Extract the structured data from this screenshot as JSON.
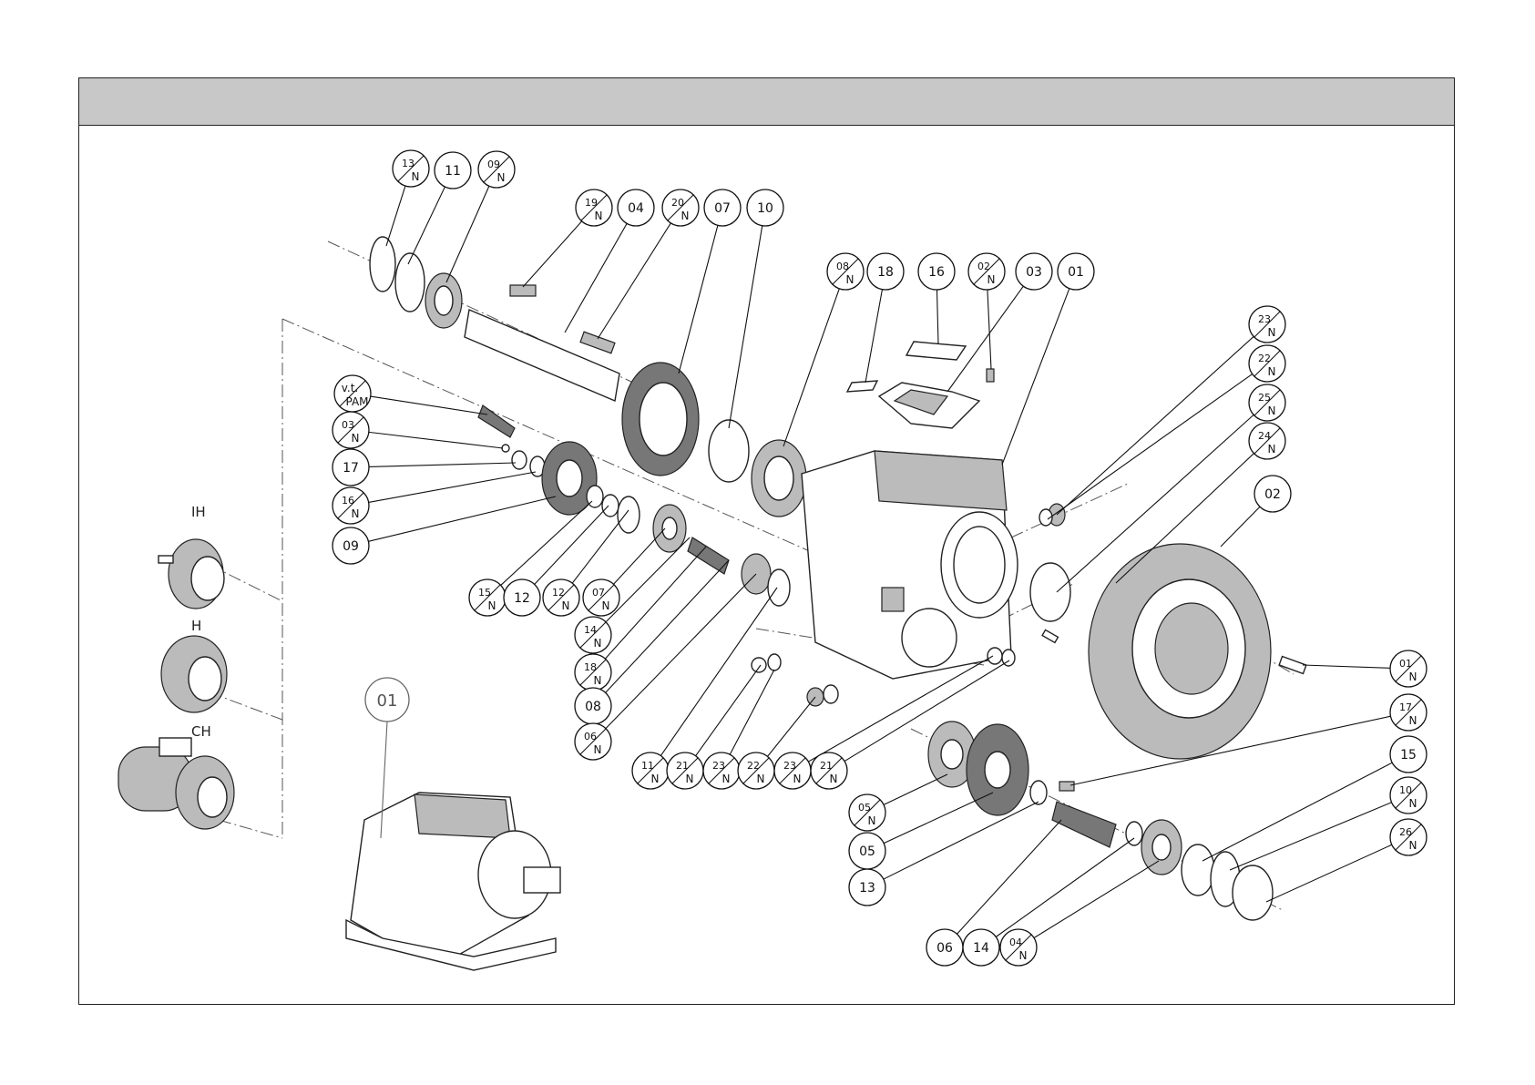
{
  "variant_labels": [
    "IH",
    "H",
    "CH"
  ],
  "assembly_label": "01",
  "callouts": [
    {
      "id": "c-13n",
      "num": "13",
      "n": "N"
    },
    {
      "id": "c-11",
      "num": "11"
    },
    {
      "id": "c-09n",
      "num": "09",
      "n": "N"
    },
    {
      "id": "c-19n",
      "num": "19",
      "n": "N"
    },
    {
      "id": "c-04",
      "num": "04"
    },
    {
      "id": "c-20n",
      "num": "20",
      "n": "N"
    },
    {
      "id": "c-07",
      "num": "07"
    },
    {
      "id": "c-10",
      "num": "10"
    },
    {
      "id": "c-08n",
      "num": "08",
      "n": "N"
    },
    {
      "id": "c-18",
      "num": "18"
    },
    {
      "id": "c-16",
      "num": "16"
    },
    {
      "id": "c-02n",
      "num": "02",
      "n": "N"
    },
    {
      "id": "c-03",
      "num": "03"
    },
    {
      "id": "c-01",
      "num": "01"
    },
    {
      "id": "c-vtpam",
      "num": "v.t.",
      "n": "PAM"
    },
    {
      "id": "c-03n",
      "num": "03",
      "n": "N"
    },
    {
      "id": "c-17",
      "num": "17"
    },
    {
      "id": "c-16n",
      "num": "16",
      "n": "N"
    },
    {
      "id": "c-09",
      "num": "09"
    },
    {
      "id": "c-15n",
      "num": "15",
      "n": "N"
    },
    {
      "id": "c-12",
      "num": "12"
    },
    {
      "id": "c-12n",
      "num": "12",
      "n": "N"
    },
    {
      "id": "c-07n",
      "num": "07",
      "n": "N"
    },
    {
      "id": "c-14n",
      "num": "14",
      "n": "N"
    },
    {
      "id": "c-18n",
      "num": "18",
      "n": "N"
    },
    {
      "id": "c-08",
      "num": "08"
    },
    {
      "id": "c-06n",
      "num": "06",
      "n": "N"
    },
    {
      "id": "c-11n",
      "num": "11",
      "n": "N"
    },
    {
      "id": "c-21n-a",
      "num": "21",
      "n": "N"
    },
    {
      "id": "c-23n-a",
      "num": "23",
      "n": "N"
    },
    {
      "id": "c-22n-a",
      "num": "22",
      "n": "N"
    },
    {
      "id": "c-23n-b",
      "num": "23",
      "n": "N"
    },
    {
      "id": "c-21n-b",
      "num": "21",
      "n": "N"
    },
    {
      "id": "c-23n-r",
      "num": "23",
      "n": "N"
    },
    {
      "id": "c-22n-r",
      "num": "22",
      "n": "N"
    },
    {
      "id": "c-25n",
      "num": "25",
      "n": "N"
    },
    {
      "id": "c-24n",
      "num": "24",
      "n": "N"
    },
    {
      "id": "c-02",
      "num": "02"
    },
    {
      "id": "c-01n",
      "num": "01",
      "n": "N"
    },
    {
      "id": "c-17n",
      "num": "17",
      "n": "N"
    },
    {
      "id": "c-15",
      "num": "15"
    },
    {
      "id": "c-10n",
      "num": "10",
      "n": "N"
    },
    {
      "id": "c-26n",
      "num": "26",
      "n": "N"
    },
    {
      "id": "c-05n",
      "num": "05",
      "n": "N"
    },
    {
      "id": "c-05",
      "num": "05"
    },
    {
      "id": "c-13",
      "num": "13"
    },
    {
      "id": "c-06",
      "num": "06"
    },
    {
      "id": "c-14",
      "num": "14"
    },
    {
      "id": "c-04n",
      "num": "04",
      "n": "N"
    }
  ]
}
